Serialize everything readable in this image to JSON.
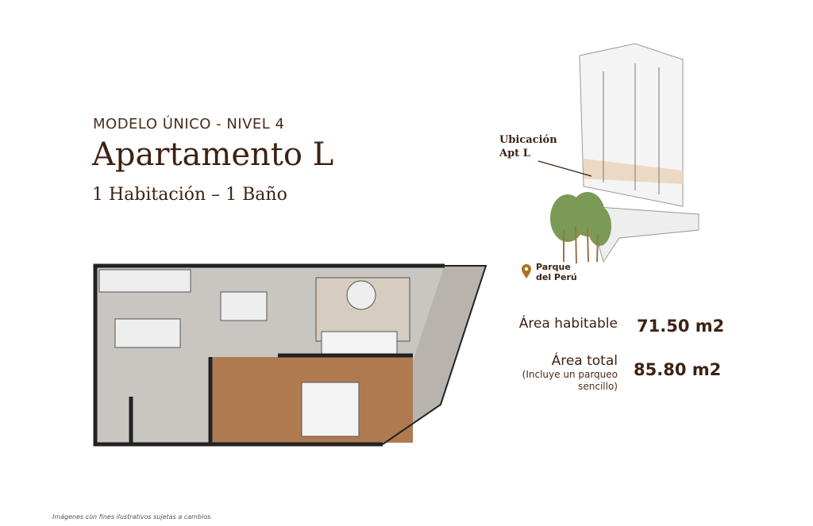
{
  "header": {
    "subtitle": "MODELO ÚNICO - NIVEL 4",
    "title": "Apartamento L",
    "rooms": "1 Habitación – 1 Baño"
  },
  "building": {
    "location_label_1": "Ubicación",
    "location_label_2": "Apt L",
    "park_1": "Parque",
    "park_2": "del Perú",
    "pin_color": "#a8741f"
  },
  "areas": {
    "habitable_label": "Área habitable",
    "habitable_value": "71.50 m2",
    "total_label": "Área total",
    "total_note": "(Incluye un parqueo sencillo)",
    "total_value": "85.80 m2"
  },
  "footer": {
    "disclaimer": "Imágenes con fines ilustrativos sujetas a cambios"
  }
}
